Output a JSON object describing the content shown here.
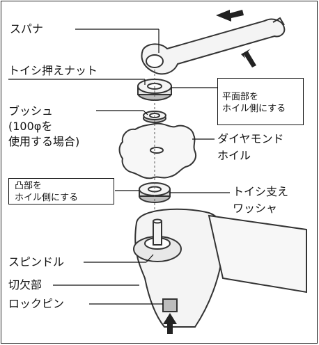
{
  "labels": {
    "spanner": "スパナ",
    "toishi_nut": "トイシ押えナット",
    "flat_line1": "平面部を",
    "flat_line2": "ホイル側にする",
    "bush": "ブッシュ",
    "bush_note1": "(100φを",
    "bush_note2": "使用する場合)",
    "diamond1": "ダイヤモンド",
    "diamond2": "ホイル",
    "convex1": "凸部を",
    "convex2": "ホイル側にする",
    "washer1": "トイシ支え",
    "washer2": "ワッシャ",
    "spindle": "スピンドル",
    "notch": "切欠部",
    "lockpin": "ロックピン"
  },
  "colors": {
    "line": "#111111",
    "part_fill": "#f4f4f4",
    "part_stroke": "#333333",
    "shade": "#bdbdbd"
  },
  "icons": {
    "arrow_up": "push-arrow-icon",
    "arrow_turn": "tighten-arrow-icon"
  }
}
